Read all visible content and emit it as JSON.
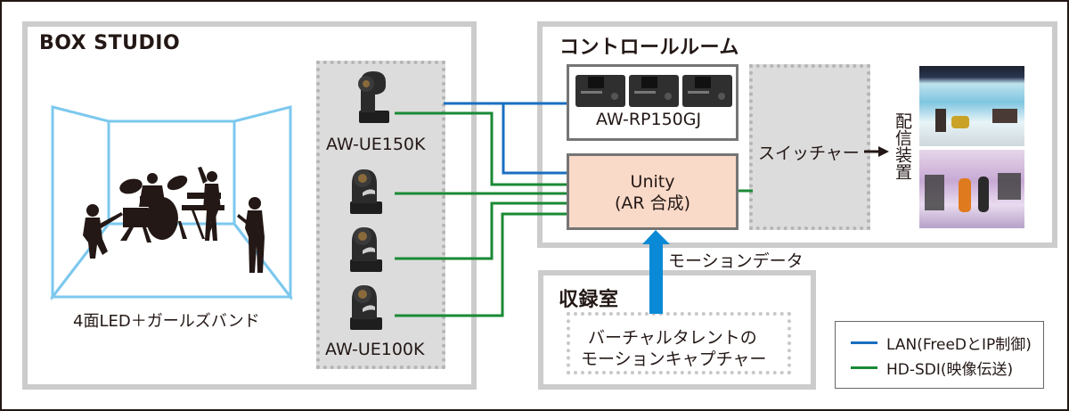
{
  "colors": {
    "lan": "#1b6fc0",
    "sdi": "#1a8a35",
    "led_wall": "#7cc8ee",
    "room_border": "#cccccc",
    "unity_fill": "#f9d9c8",
    "motion_arrow": "#0a8ad6"
  },
  "box_studio": {
    "title": "BOX STUDIO",
    "stage_caption": "4面LED＋ガールズバンド",
    "stage_icon": "band-silhouette-icon",
    "cameras_top_label": "AW-UE150K",
    "cameras_bottom_label": "AW-UE100K",
    "camera_count": 4
  },
  "control_room": {
    "title": "コントロールルーム",
    "controller_label": "AW-RP150GJ",
    "controller_count": 3,
    "unity_line1": "Unity",
    "unity_line2": "(AR 合成)",
    "switcher_label": "スイッチャー",
    "output_label": "配信装置"
  },
  "recording_room": {
    "title": "収録室",
    "capture_line1": "バーチャルタレントの",
    "capture_line2": "モーションキャプチャー",
    "motion_data_label": "モーションデータ"
  },
  "legend": {
    "items": [
      {
        "label": "LAN(FreeDとIP制御)",
        "type": "lan"
      },
      {
        "label": "HD-SDI(映像伝送)",
        "type": "sdi"
      }
    ]
  }
}
